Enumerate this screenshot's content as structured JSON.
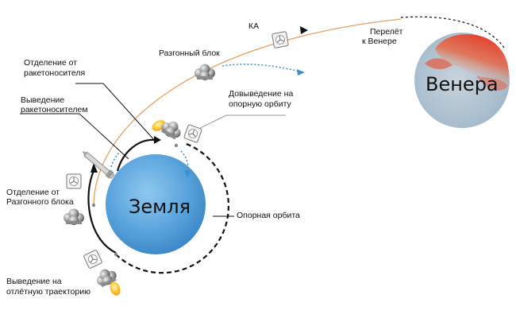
{
  "labels": {
    "ka": "КА",
    "transfer_line1": "Перелёт",
    "transfer_line2": "к Венере",
    "upper_stage": "Разгонный блок",
    "separation_lv_line1": "Отделение от",
    "separation_lv_line2": "ракетоносителя",
    "launch_lv_line1": "Выведение",
    "launch_lv_line2": "ракетоносителем",
    "final_insertion_line1": "Довыведение на",
    "final_insertion_line2": "опорную орбиту",
    "separation_us_line1": "Отделение от",
    "separation_us_line2": "Разгонного блока",
    "parking_orbit": "Опорная орбита",
    "departure_line1": "Выведение на",
    "departure_line2": "отлётную траекторию"
  },
  "planets": {
    "earth": "Земля",
    "venus": "Венера"
  },
  "colors": {
    "trajectory": "#e8a060",
    "orbit": "#111111",
    "dotted_path": "#3a8fd0",
    "earth": "#5aa4dd",
    "venus_red": "#e3412b",
    "flame": "#ffd23a"
  },
  "icons": [
    "spacecraft-icon",
    "upper-stage-icon",
    "rocket-icon",
    "engine-flame-icon"
  ]
}
